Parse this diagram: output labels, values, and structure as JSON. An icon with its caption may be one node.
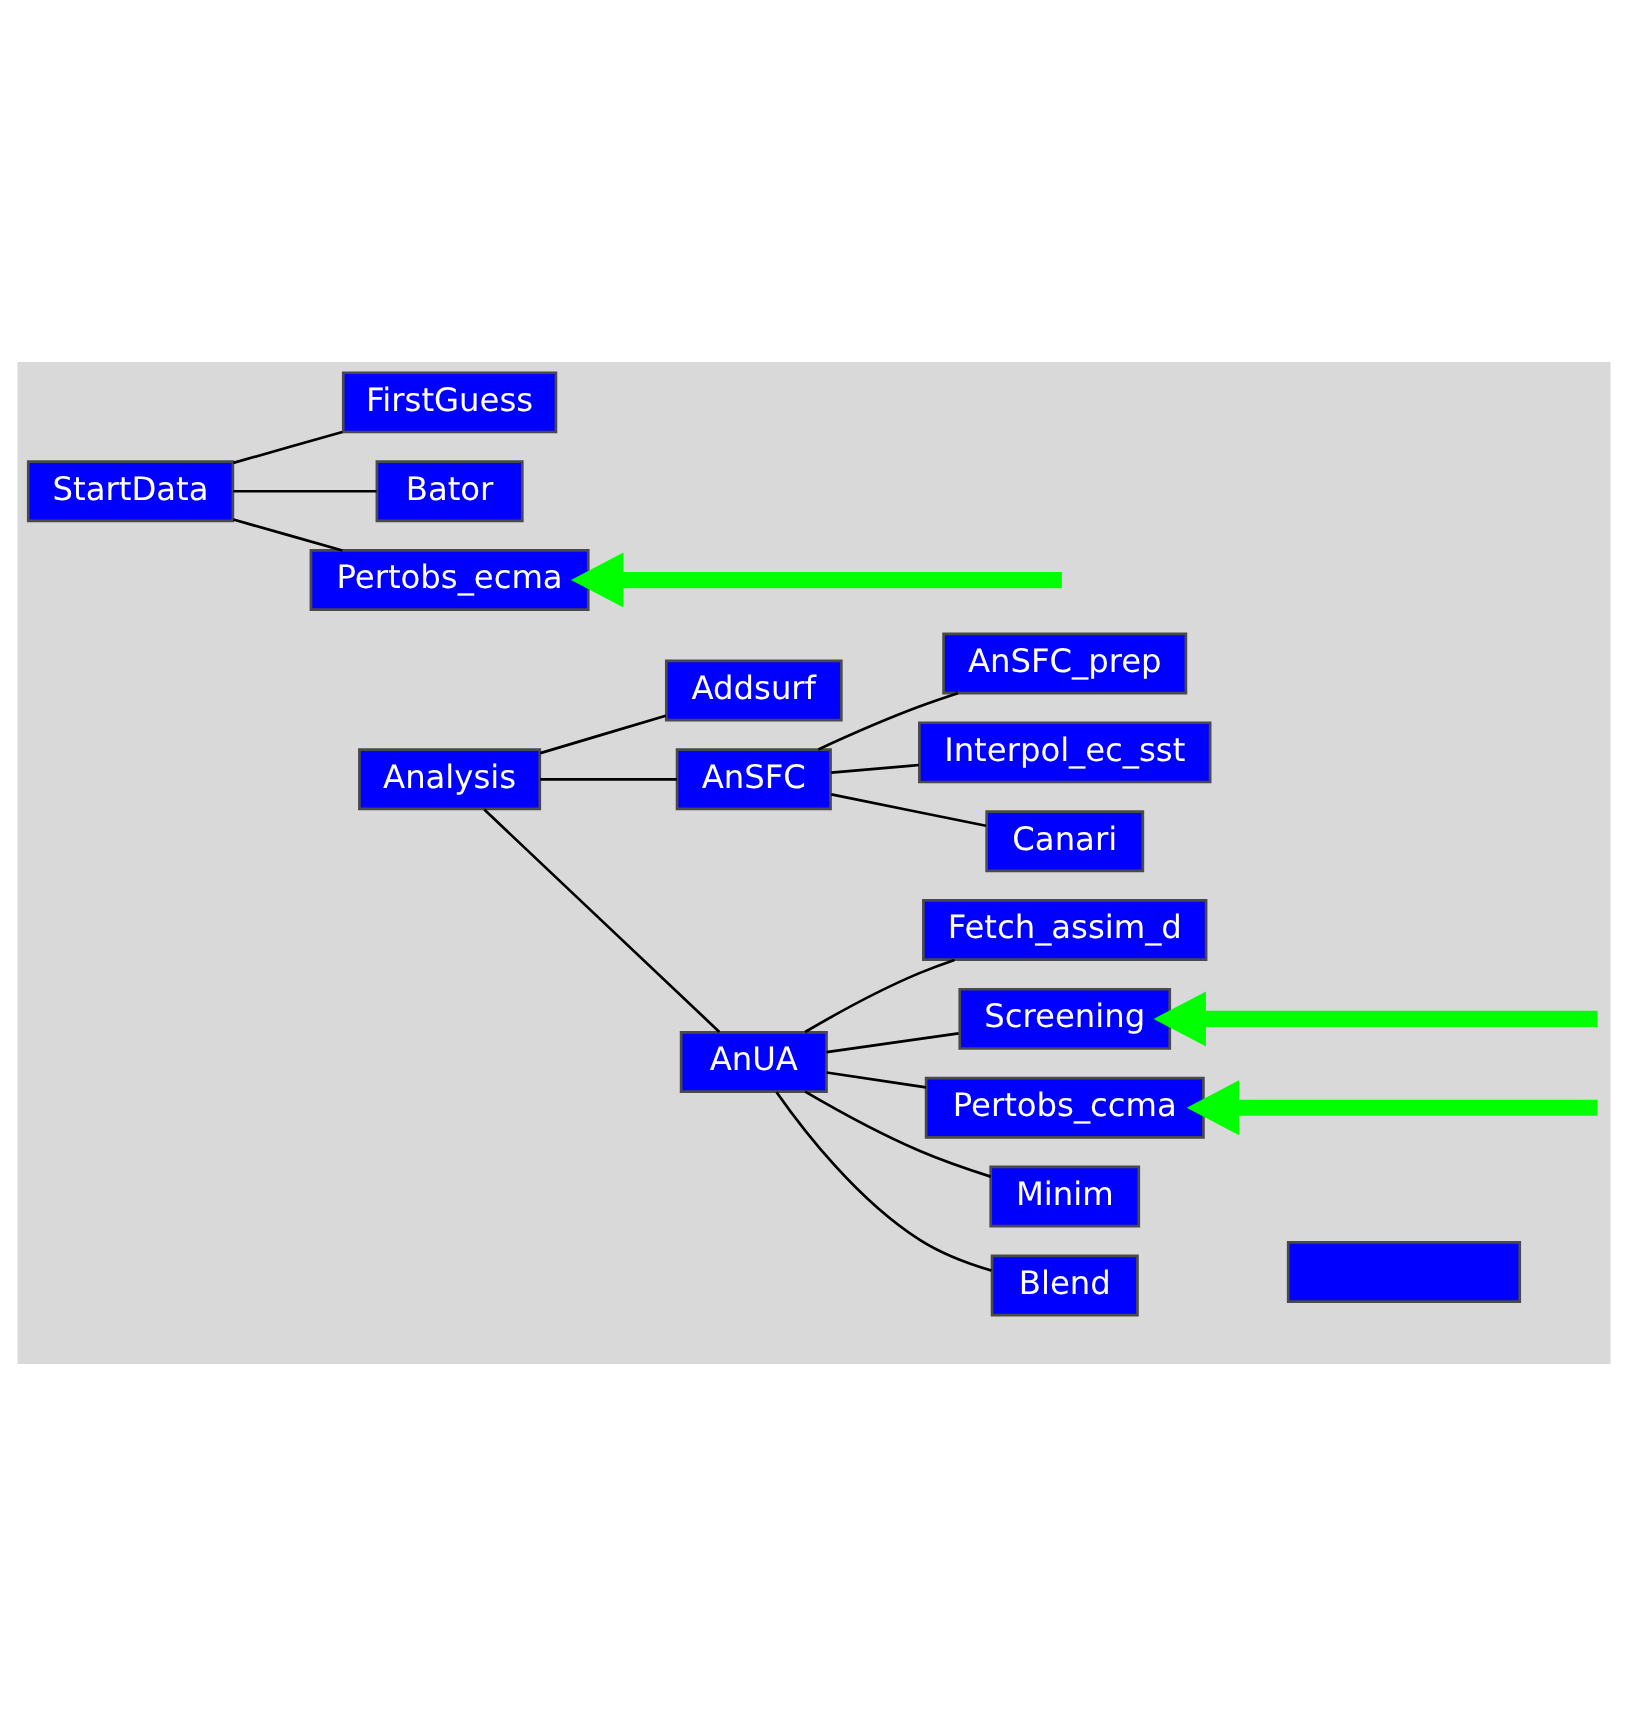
{
  "diagram": {
    "nodes": [
      {
        "text": [
          "StartData"
        ]
      },
      {
        "text": [
          "FirstGuess"
        ]
      },
      {
        "text": [
          "Bator"
        ]
      },
      {
        "text": [
          "Pertobs_ecma"
        ]
      },
      {
        "text": [
          "Analysis"
        ]
      },
      {
        "text": [
          "Addsurf"
        ]
      },
      {
        "text": [
          "AnSFC"
        ]
      },
      {
        "text": [
          "AnSFC_prep"
        ]
      },
      {
        "text": [
          "Interpol_ec_sst"
        ]
      },
      {
        "text": [
          "Canari"
        ]
      },
      {
        "text": [
          "AnUA"
        ]
      },
      {
        "text": [
          "Fetch_assim_d"
        ]
      },
      {
        "text": [
          "Screening"
        ]
      },
      {
        "text": [
          "Pertobs_ccma"
        ]
      },
      {
        "text": [
          "Minim"
        ]
      },
      {
        "text": [
          "Blend"
        ]
      },
      {
        "text": [],
        "shape": "box"
      }
    ],
    "edges": [
      {
        "from": 0,
        "to": 1,
        "arrow": "none"
      },
      {
        "from": 0,
        "to": 2,
        "arrow": "none"
      },
      {
        "from": 0,
        "to": 3,
        "arrow": "none"
      },
      {
        "from": 4,
        "to": 5,
        "arrow": "none"
      },
      {
        "from": 4,
        "to": 6,
        "arrow": "none"
      },
      {
        "from": 6,
        "to": 7,
        "arrow": "none"
      },
      {
        "from": 6,
        "to": 8,
        "arrow": "none"
      },
      {
        "from": 6,
        "to": 9,
        "arrow": "none"
      },
      {
        "from": 4,
        "to": 10,
        "arrow": "none"
      },
      {
        "from": 10,
        "to": 11,
        "arrow": "none"
      },
      {
        "from": 10,
        "to": 12,
        "arrow": "none"
      },
      {
        "from": 10,
        "to": 13,
        "arrow": "none"
      },
      {
        "from": 10,
        "to": 14,
        "arrow": "none"
      },
      {
        "from": 10,
        "to": 15,
        "arrow": "none"
      },
      {
        "from": null,
        "to": 3,
        "arrow": "to",
        "style": "thick",
        "color": "#00ff00"
      },
      {
        "from": null,
        "to": 12,
        "arrow": "to",
        "style": "thick",
        "color": "#00ff00"
      },
      {
        "from": null,
        "to": 13,
        "arrow": "to",
        "style": "thick",
        "color": "#00ff00"
      }
    ]
  }
}
